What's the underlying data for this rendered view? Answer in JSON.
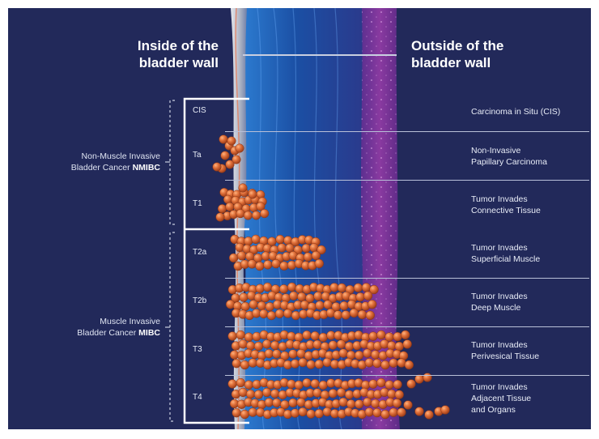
{
  "headings": {
    "inside_line1": "Inside of the",
    "inside_line2": "bladder wall",
    "outside_line1": "Outside of the",
    "outside_line2": "bladder wall"
  },
  "groups": [
    {
      "text": "Non-Muscle Invasive",
      "text2": "Bladder Cancer",
      "abbr": "NMIBC"
    },
    {
      "text": "Muscle Invasive",
      "text2": "Bladder Cancer",
      "abbr": "MIBC"
    }
  ],
  "stages": [
    {
      "code": "CIS",
      "line1": "Carcinoma in Situ (CIS)",
      "line2": "",
      "line3": ""
    },
    {
      "code": "Ta",
      "line1": "Non-Invasive",
      "line2": "Papillary Carcinoma",
      "line3": ""
    },
    {
      "code": "T1",
      "line1": "Tumor Invades",
      "line2": "Connective Tissue",
      "line3": ""
    },
    {
      "code": "T2a",
      "line1": "Tumor Invades",
      "line2": "Superficial Muscle",
      "line3": ""
    },
    {
      "code": "T2b",
      "line1": "Tumor Invades",
      "line2": "Deep Muscle",
      "line3": ""
    },
    {
      "code": "T3",
      "line1": "Tumor Invades",
      "line2": "Perivesical Tissue",
      "line3": ""
    },
    {
      "code": "T4",
      "line1": "Tumor Invades",
      "line2": "Adjacent Tissue",
      "line3": "and Organs"
    }
  ],
  "colors": {
    "background": "#22295a",
    "tumor": "#e0703a",
    "tumor_shadow": "#a8411c",
    "muscle": "#1e5fb0",
    "perivesical": "#7a2f91",
    "mucosa": "#c7ccd6"
  }
}
